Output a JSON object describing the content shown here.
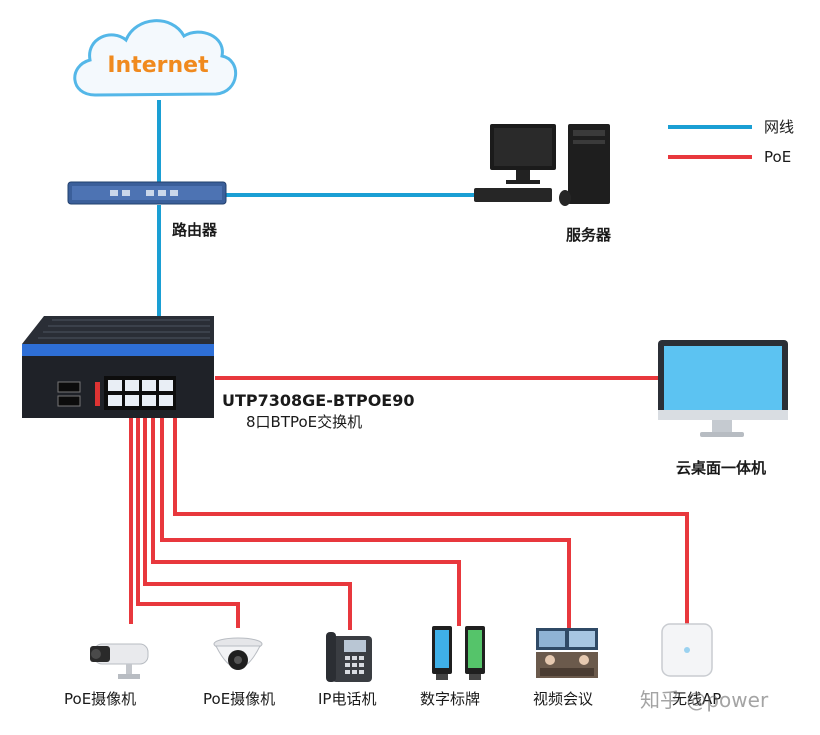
{
  "colors": {
    "network": "#1a9fd4",
    "poe": "#e8383d"
  },
  "legend": [
    {
      "label": "网线",
      "kind": "network"
    },
    {
      "label": "PoE",
      "kind": "poe"
    }
  ],
  "cloud": {
    "label": "Internet"
  },
  "router": {
    "label": "路由器"
  },
  "server": {
    "label": "服务器"
  },
  "switch": {
    "model": "UTP7308GE-BTPOE90",
    "desc": "8口BTPoE交换机"
  },
  "desktop": {
    "label": "云桌面一体机"
  },
  "devices": [
    {
      "label": "PoE摄像机",
      "icon": "bullet-camera-icon"
    },
    {
      "label": "PoE摄像机",
      "icon": "dome-camera-icon"
    },
    {
      "label": "IP电话机",
      "icon": "ip-phone-icon"
    },
    {
      "label": "数字标牌",
      "icon": "digital-signage-icon"
    },
    {
      "label": "视频会议",
      "icon": "video-conference-icon"
    },
    {
      "label": "无线AP",
      "icon": "wireless-ap-icon"
    }
  ],
  "watermark": "知乎 @power"
}
